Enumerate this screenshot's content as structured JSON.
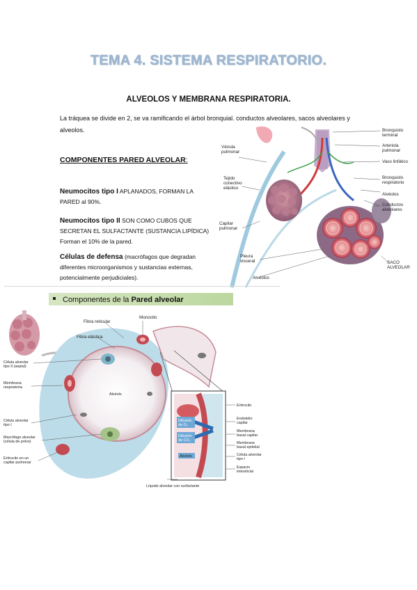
{
  "document": {
    "title": "TEMA 4. SISTEMA RESPIRATORIO.",
    "subtitle": "ALVEOLOS Y MEMBRANA RESPIRATORIA.",
    "intro": "La tráquea se divide en 2, se va ramificando el árbol bronquial. conductos alveolares, sacos alveolares y alveolos.",
    "components_heading": "COMPONENTES PARED ALVEOLAR",
    "components_colon": ":",
    "paragraphs": [
      {
        "term": "Neumocitos tipo I",
        "text": " APLANADOS, FORMAN LA PARED al 90%."
      },
      {
        "term": "Neumocitos tipo II",
        "text": " SON COMO CUBOS QUE SECRETAN EL SULFACTANTE (SUSTANCIA LIPÍDICA) Forman el 10% de la pared."
      },
      {
        "term": "Células de defensa",
        "text": " (macrófagos que degradan diferentes microorganismos y sustancias externas, potencialmente perjudiciales)."
      }
    ]
  },
  "figure1": {
    "labels": {
      "bronquiolo_terminal": [
        "Bronquiolo",
        "terminal"
      ],
      "arteriola_pulmonar": [
        "Arteriola",
        "pulmonar"
      ],
      "vaso_linfatico": "Vaso linfático",
      "bronquiolo_respiratorio": [
        "Bronquiolo",
        "respiratorio"
      ],
      "alveolos_right": "Alvéolos",
      "conductos_alveolares": [
        "Conductos",
        "alveolares"
      ],
      "saco_alveolar": [
        "SACO",
        "ALVEOLAR"
      ],
      "venula_pulmonar": [
        "Vénula",
        "pulmonar"
      ],
      "tejido_conectivo": [
        "Tejido",
        "conectivo",
        "elástico"
      ],
      "capilar_pulmonar": [
        "Capilar",
        "pulmonar"
      ],
      "pleura_visceral": [
        "Pleura",
        "visceral"
      ],
      "alveolos_bottom": "Alvéolos"
    }
  },
  "figure2": {
    "header_prefix": "Componentes de la ",
    "header_bold": "Pared alveolar",
    "labels": {
      "fibra_reticular": "Fibra reticular",
      "monocito": "Monocito",
      "fibra_elastica": "Fibra elástica",
      "celula_tipo2": [
        "Célula alveolar",
        "tipo II (septal)"
      ],
      "membrana_resp": [
        "Membrana",
        "respiratoria"
      ],
      "alveolo_center": "Alvéolo",
      "celula_tipo1": [
        "Célula alveolar",
        "tipo I"
      ],
      "macrofago": [
        "Macrófago alveolar",
        "(célula de polvo)"
      ],
      "eritrocito_capilar": [
        "Eritrocito en un",
        "capilar pulmonar"
      ],
      "liquido_alveolar": "Líquido alveolar con surfactante",
      "difusion_o2": [
        "Difusión",
        "de O₂"
      ],
      "difusion_co2": [
        "Difusión",
        "de CO₂"
      ],
      "alveolo_inset": "Alvéolo",
      "right_labels": [
        [
          "Eritrocito"
        ],
        [
          "Endotelio",
          "capilar"
        ],
        [
          "Membrana",
          "basal capilar"
        ],
        [
          "Membrana",
          "basal epitelial"
        ],
        [
          "Célula alveolar",
          "tipo I"
        ],
        [
          "Espacio",
          "intersticial"
        ]
      ]
    }
  }
}
